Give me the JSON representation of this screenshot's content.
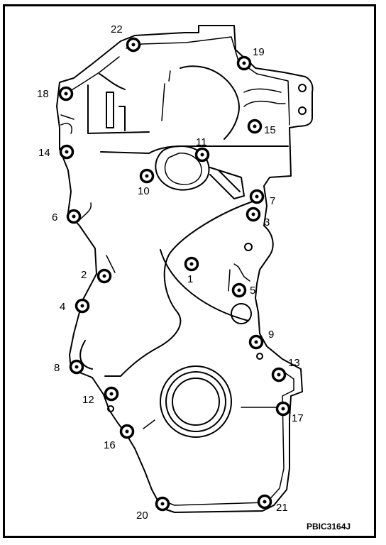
{
  "diagram": {
    "bolt_labels": [
      "1",
      "2",
      "3",
      "4",
      "5",
      "6",
      "7",
      "8",
      "9",
      "10",
      "11",
      "12",
      "13",
      "14",
      "15",
      "16",
      "17",
      "18",
      "19",
      "20",
      "21",
      "22"
    ],
    "figure_code": "PBIC3164J"
  }
}
